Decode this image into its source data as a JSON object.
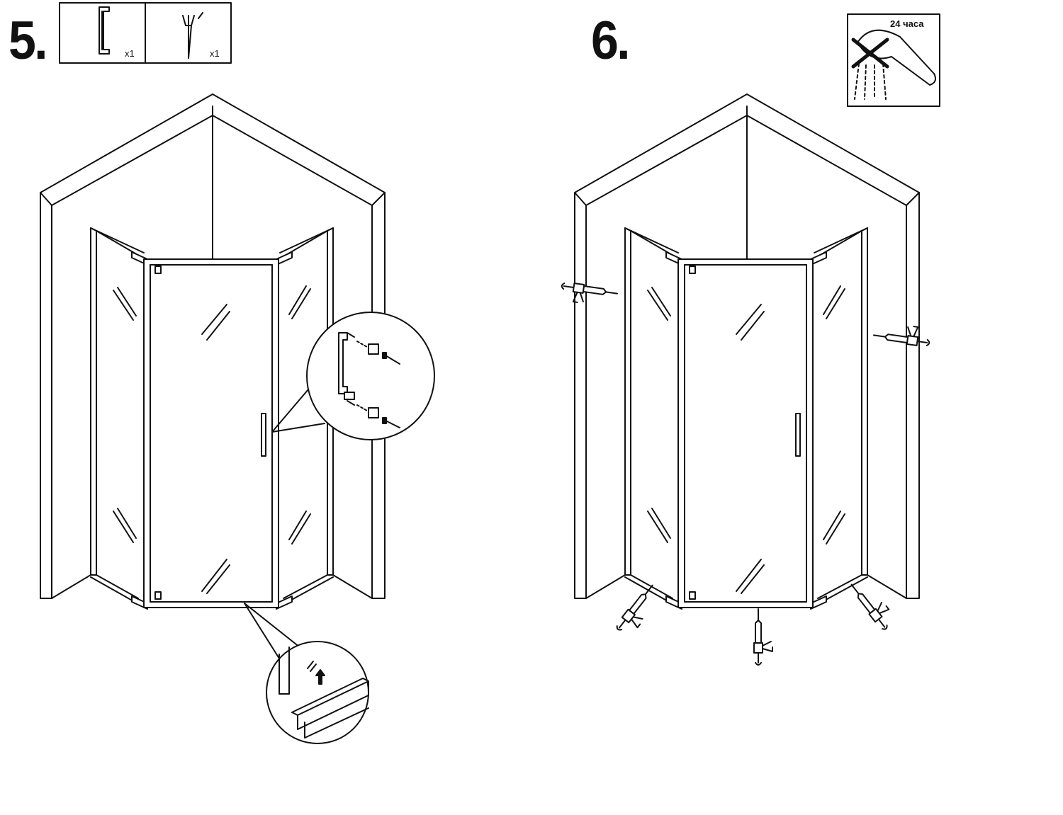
{
  "steps": [
    {
      "number": "5.",
      "parts": [
        {
          "icon": "handle-icon",
          "qty": "x1"
        },
        {
          "icon": "door-seal-icon",
          "qty": "x1"
        }
      ]
    },
    {
      "number": "6.",
      "notice": {
        "icon": "no-shower-icon",
        "text": "24 часа"
      }
    }
  ]
}
